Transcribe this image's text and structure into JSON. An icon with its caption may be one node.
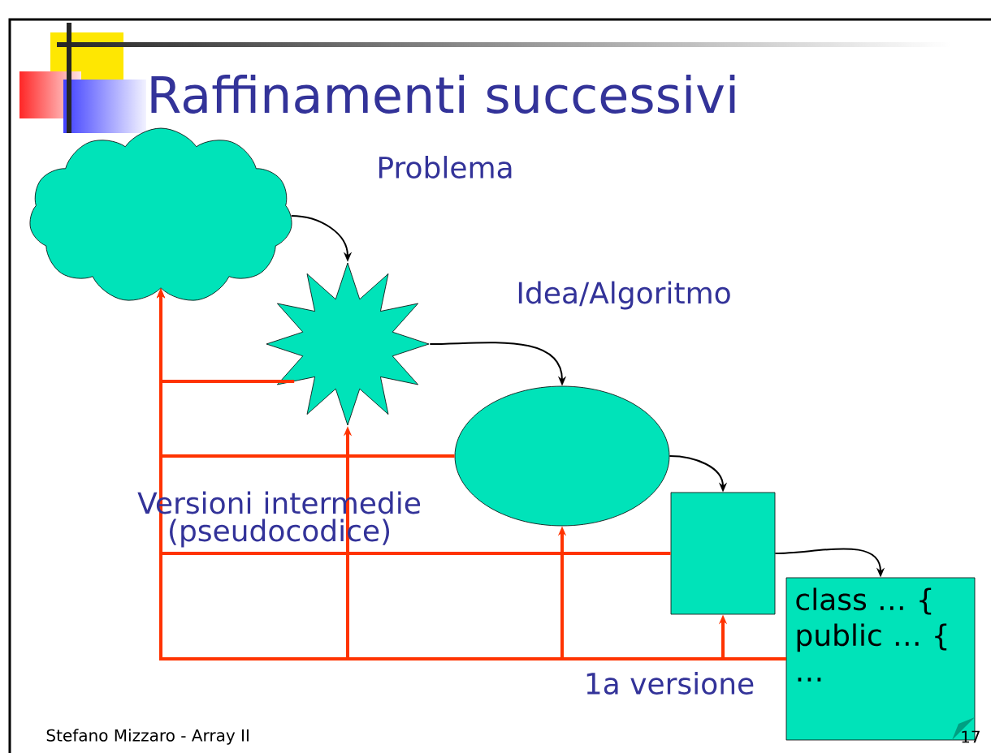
{
  "diagram": {
    "title": "Raffinamenti successivi",
    "nodes": [
      {
        "text": [],
        "shape": "cloud",
        "beside": [
          "Problema"
        ]
      },
      {
        "text": [],
        "shape": "star",
        "beside": [
          "Idea/Algoritmo"
        ]
      },
      {
        "text": [],
        "shape": "ellipse"
      },
      {
        "text": [],
        "shape": "box"
      },
      {
        "text": [
          "class … { public … { …"
        ],
        "beside": [
          "1a versione"
        ]
      }
    ],
    "edges": [
      {
        "from": 0,
        "to": 1,
        "arrow": "to",
        "color": "#000000"
      },
      {
        "from": 1,
        "to": 2,
        "arrow": "to",
        "color": "#000000"
      },
      {
        "from": 2,
        "to": 3,
        "arrow": "to",
        "color": "#000000"
      },
      {
        "from": 3,
        "to": 4,
        "arrow": "to",
        "color": "#000000"
      },
      {
        "from": 1,
        "to": 0,
        "arrow": "to"
      },
      {
        "from": 2,
        "to": 0,
        "arrow": "to"
      },
      {
        "from": 3,
        "to": 0,
        "arrow": "to"
      },
      {
        "from": 4,
        "to": 0,
        "arrow": "to"
      },
      {
        "from": 4,
        "to": 1,
        "arrow": "to"
      },
      {
        "from": 4,
        "to": 2,
        "arrow": "to"
      },
      {
        "from": 4,
        "to": 3,
        "arrow": "to"
      }
    ],
    "labels": [
      "Versioni intermedie (pseudocodice)",
      "Stefano Mizzaro - Array II",
      "17"
    ]
  }
}
